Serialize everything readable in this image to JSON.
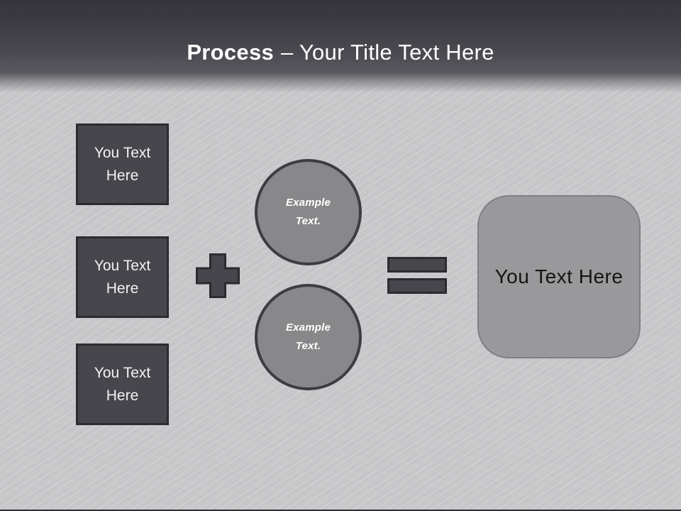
{
  "slide": {
    "title": {
      "bold": "Process",
      "rest": "– Your Title Text Here"
    },
    "inputs": [
      {
        "label": "You Text Here"
      },
      {
        "label": "You Text Here"
      },
      {
        "label": "You Text Here"
      }
    ],
    "operators": {
      "plus": "+",
      "equals": "="
    },
    "circles": [
      {
        "label": "Example Text."
      },
      {
        "label": "Example Text."
      }
    ],
    "result": {
      "label": "You Text Here"
    },
    "colors": {
      "header_top": "#34343a",
      "header_bottom": "#5a5a60",
      "background": "#c9c9cb",
      "dark_shape_fill": "#46464c",
      "dark_shape_border": "#2b2b30",
      "circle_fill": "#88888a",
      "circle_border": "#3c3c42",
      "result_fill": "#99999b",
      "result_border": "#7f7f83",
      "title_text": "#ffffff",
      "box_text": "#f2f2f2",
      "result_text": "#141414"
    }
  }
}
